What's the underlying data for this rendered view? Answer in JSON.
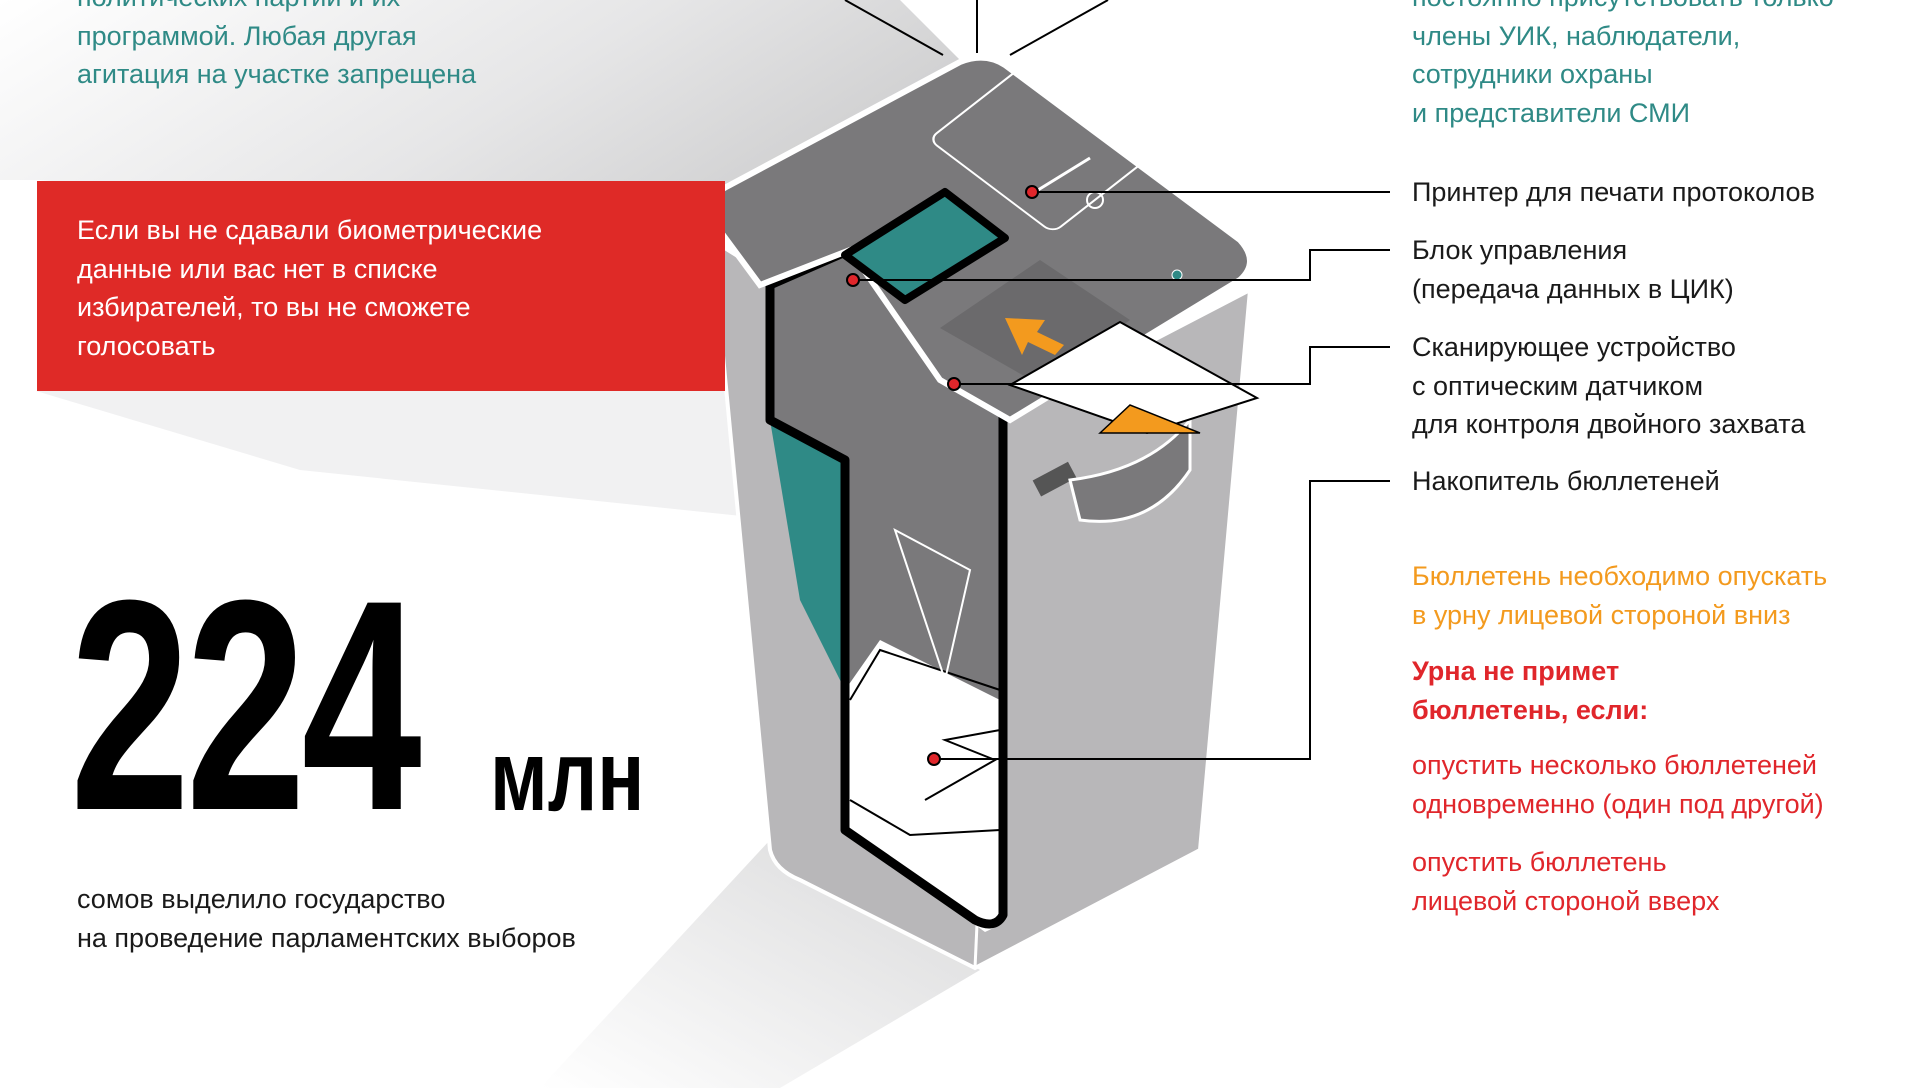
{
  "left_top_note": {
    "lines": [
      "политических партий и их",
      "программой. Любая другая",
      "агитация на участке запрещена"
    ]
  },
  "warning_box": {
    "lines": [
      "Если вы не сдавали биометрические",
      "данные или вас нет в списке",
      "избирателей, то вы не сможете",
      "голосовать"
    ]
  },
  "budget": {
    "value": "224",
    "unit": "млн",
    "caption": [
      "сомов выделило государство",
      "на проведение парламентских выборов"
    ]
  },
  "right_top_note": {
    "lines": [
      "постоянно присутствовать только",
      "члены УИК, наблюдатели,",
      "сотрудники охраны",
      "и представители СМИ"
    ]
  },
  "callouts": {
    "printer": [
      "Принтер для печати протоколов"
    ],
    "control": [
      "Блок управления",
      "(передача данных в ЦИК)"
    ],
    "scanner": [
      "Сканирующее устройство",
      "с оптическим датчиком",
      "для контроля двойного захвата"
    ],
    "storage": [
      "Накопитель бюллетеней"
    ]
  },
  "instructions": {
    "face_down": [
      "Бюллетень необходимо опускать",
      "в урну лицевой стороной вниз"
    ],
    "reject_title": [
      "Урна не примет",
      "бюллетень, если:"
    ],
    "reject_1": [
      "опустить несколько бюллетеней",
      "одновременно (один под другой)"
    ],
    "reject_2": [
      "опустить бюллетень",
      "лицевой стороной вверх"
    ]
  },
  "colors": {
    "teal": "#2f8a86",
    "red": "#df2a27",
    "orange": "#f39a1e",
    "machine_dark": "#7a797b",
    "machine_light": "#b8b7b9"
  }
}
